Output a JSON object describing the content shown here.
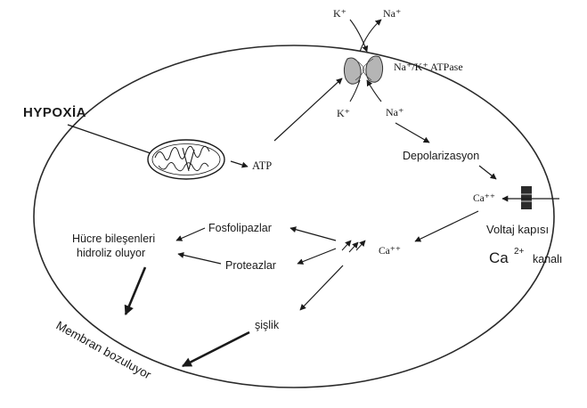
{
  "labels": {
    "hypoxia": "HYPOXİA",
    "atp": "ATP",
    "k_top": "K⁺",
    "na_top": "Na⁺",
    "pump": "Na⁺/K⁺ ATPase",
    "k_bottom": "K⁺",
    "na_bottom": "Na⁺",
    "depolarization": "Depolarizasyon",
    "ca_entry": "Ca⁺⁺",
    "voltage_gate": "Voltaj kapısı",
    "ca_channel_ca": "Ca",
    "ca_channel_charge": "2+",
    "ca_channel_word": "kanalı",
    "ca_center": "Ca⁺⁺",
    "phospholipases": "Fosfolipazlar",
    "proteases": "Proteazlar",
    "hydrolysis_line1": "Hücre bileşenleri",
    "hydrolysis_line2": "hidroliz oluyor",
    "swelling": "şişlik",
    "membrane_breakdown": "Membran bozuluyor"
  }
}
